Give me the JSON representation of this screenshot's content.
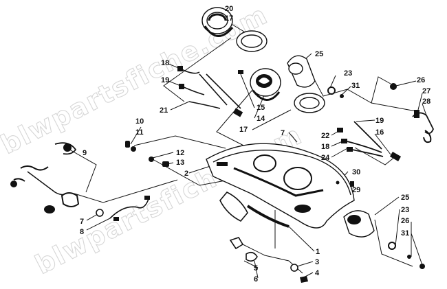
{
  "watermark": "blwpartsfiche.com",
  "callouts": {
    "c20": "20",
    "c17a": "17",
    "c25a": "25",
    "c18a": "18",
    "c19a": "19",
    "c23a": "23",
    "c31a": "31",
    "c26a": "26",
    "c27": "27",
    "c28": "28",
    "c21": "21",
    "c15": "15",
    "c14": "14",
    "c17b": "17",
    "c7a": "7",
    "c10": "10",
    "c11": "11",
    "c19b": "19",
    "c16": "16",
    "c22": "22",
    "c18b": "18",
    "c24": "24",
    "c9": "9",
    "c12": "12",
    "c13": "13",
    "c2": "2",
    "c30": "30",
    "c29": "29",
    "c25b": "25",
    "c23b": "23",
    "c26b": "26",
    "c31b": "31",
    "c7b": "7",
    "c8": "8",
    "c1": "1",
    "c5": "5",
    "c6": "6",
    "c3": "3",
    "c4": "4"
  },
  "colors": {
    "ink": "#111111",
    "watermark": "#d6d6d6",
    "background": "#ffffff"
  }
}
